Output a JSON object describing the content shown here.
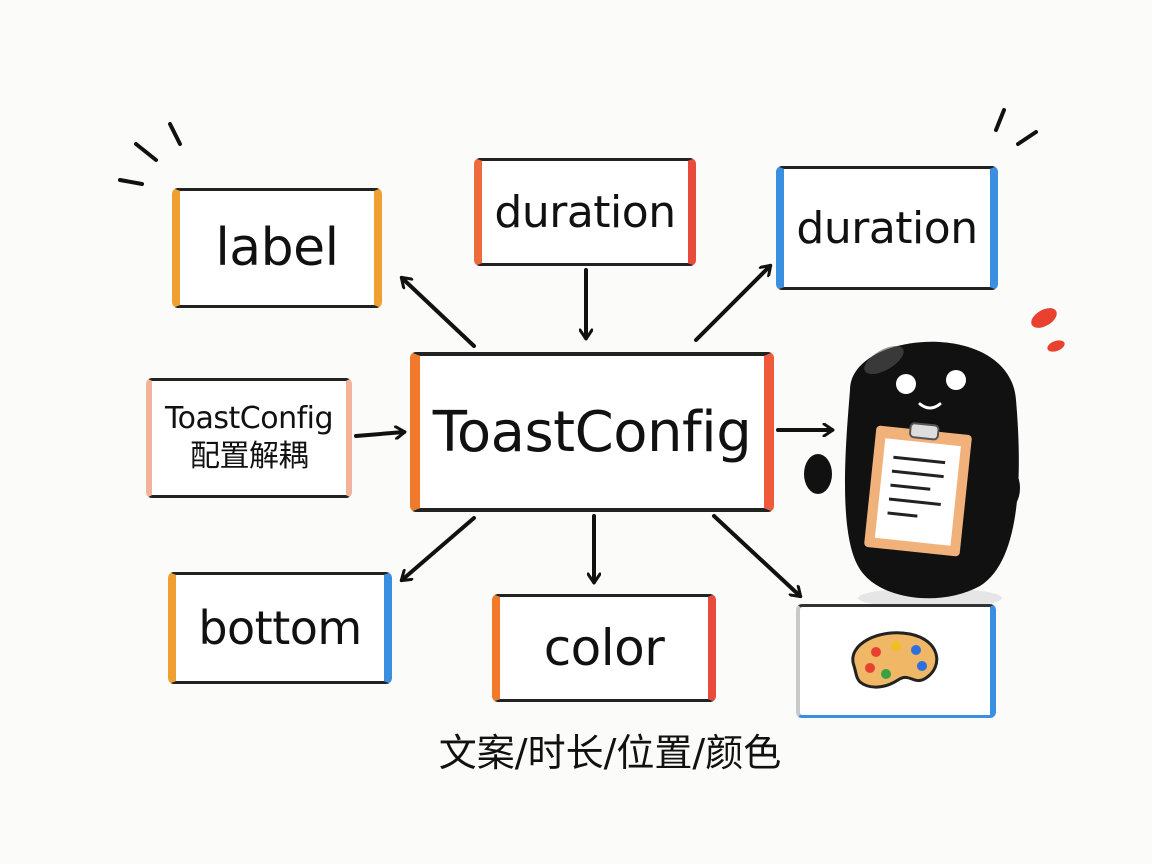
{
  "diagram": {
    "center": {
      "label": "ToastConfig"
    },
    "left_node": {
      "line1": "ToastConfig",
      "line2": "配置解耦"
    },
    "nodes": {
      "label": "label",
      "duration_top": "duration",
      "duration_right": "duration",
      "bottom": "bottom",
      "color": "color",
      "palette_icon": "palette-icon"
    },
    "caption": "文案/时长/位置/颜色",
    "colors": {
      "orange": "#f0a030",
      "red": "#e84b3c",
      "blue": "#3a8fe0",
      "ink": "#111111",
      "mascot": "#111111"
    },
    "mascot_icon": "clipboard-icon"
  }
}
